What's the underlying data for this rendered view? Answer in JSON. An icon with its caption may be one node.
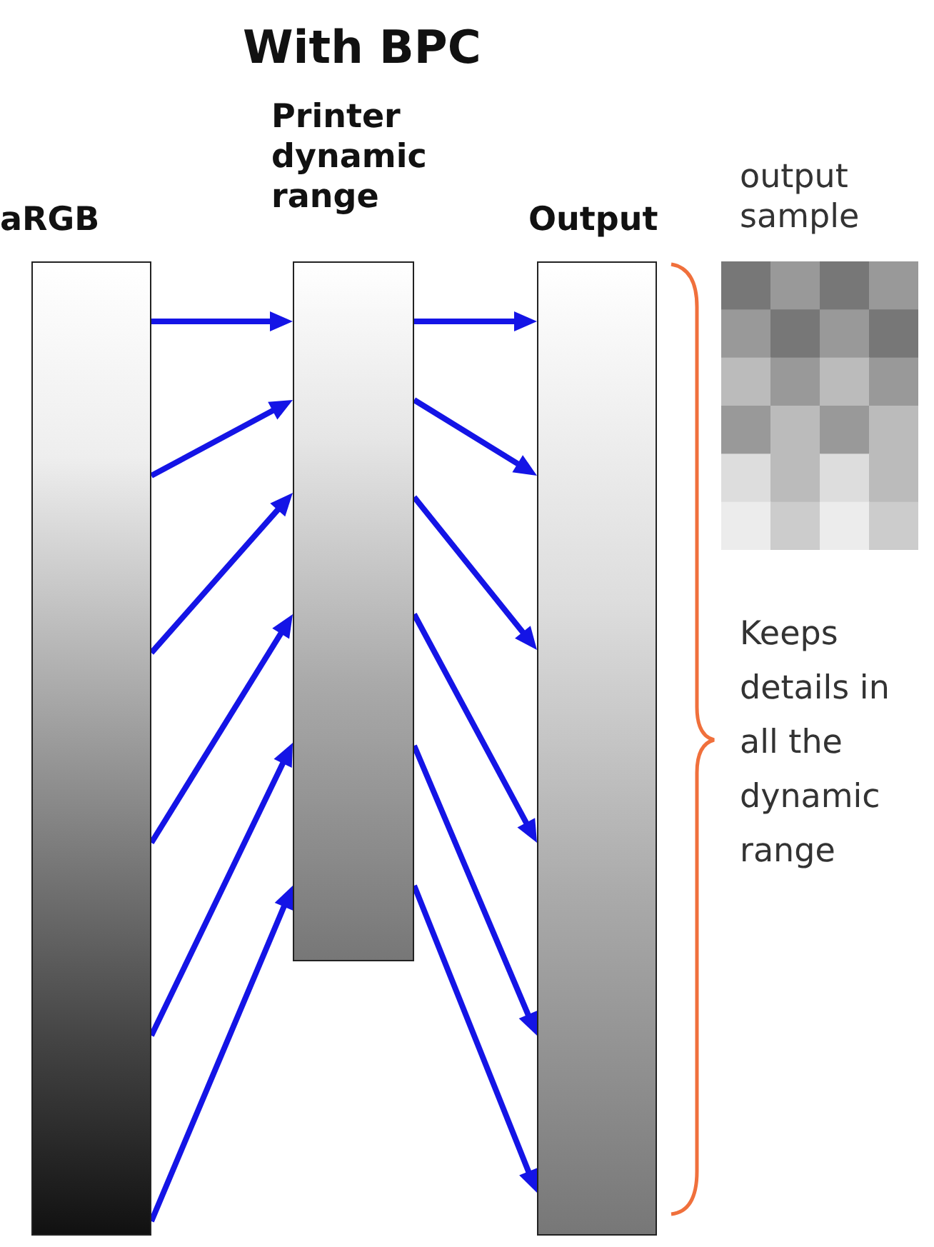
{
  "diagram": {
    "title": "With BPC",
    "nodes": [
      {
        "text": [
          "aRGB"
        ]
      },
      {
        "text": [
          "Printer dynamic range"
        ]
      },
      {
        "text": [
          "Output"
        ]
      },
      {
        "text": [
          "output sample"
        ]
      }
    ],
    "edges": [
      {
        "from": 0,
        "to": 1,
        "arrow": "to"
      },
      {
        "from": 0,
        "to": 1,
        "arrow": "to"
      },
      {
        "from": 0,
        "to": 1,
        "arrow": "to"
      },
      {
        "from": 0,
        "to": 1,
        "arrow": "to"
      },
      {
        "from": 0,
        "to": 1,
        "arrow": "to"
      },
      {
        "from": 0,
        "to": 1,
        "arrow": "to"
      },
      {
        "from": 1,
        "to": 2,
        "arrow": "to"
      },
      {
        "from": 1,
        "to": 2,
        "arrow": "to"
      },
      {
        "from": 1,
        "to": 2,
        "arrow": "to"
      },
      {
        "from": 1,
        "to": 2,
        "arrow": "to"
      },
      {
        "from": 1,
        "to": 2,
        "arrow": "to"
      },
      {
        "from": 1,
        "to": 2,
        "arrow": "to"
      }
    ],
    "labels": [
      "Keeps details in all the dynamic range"
    ]
  }
}
